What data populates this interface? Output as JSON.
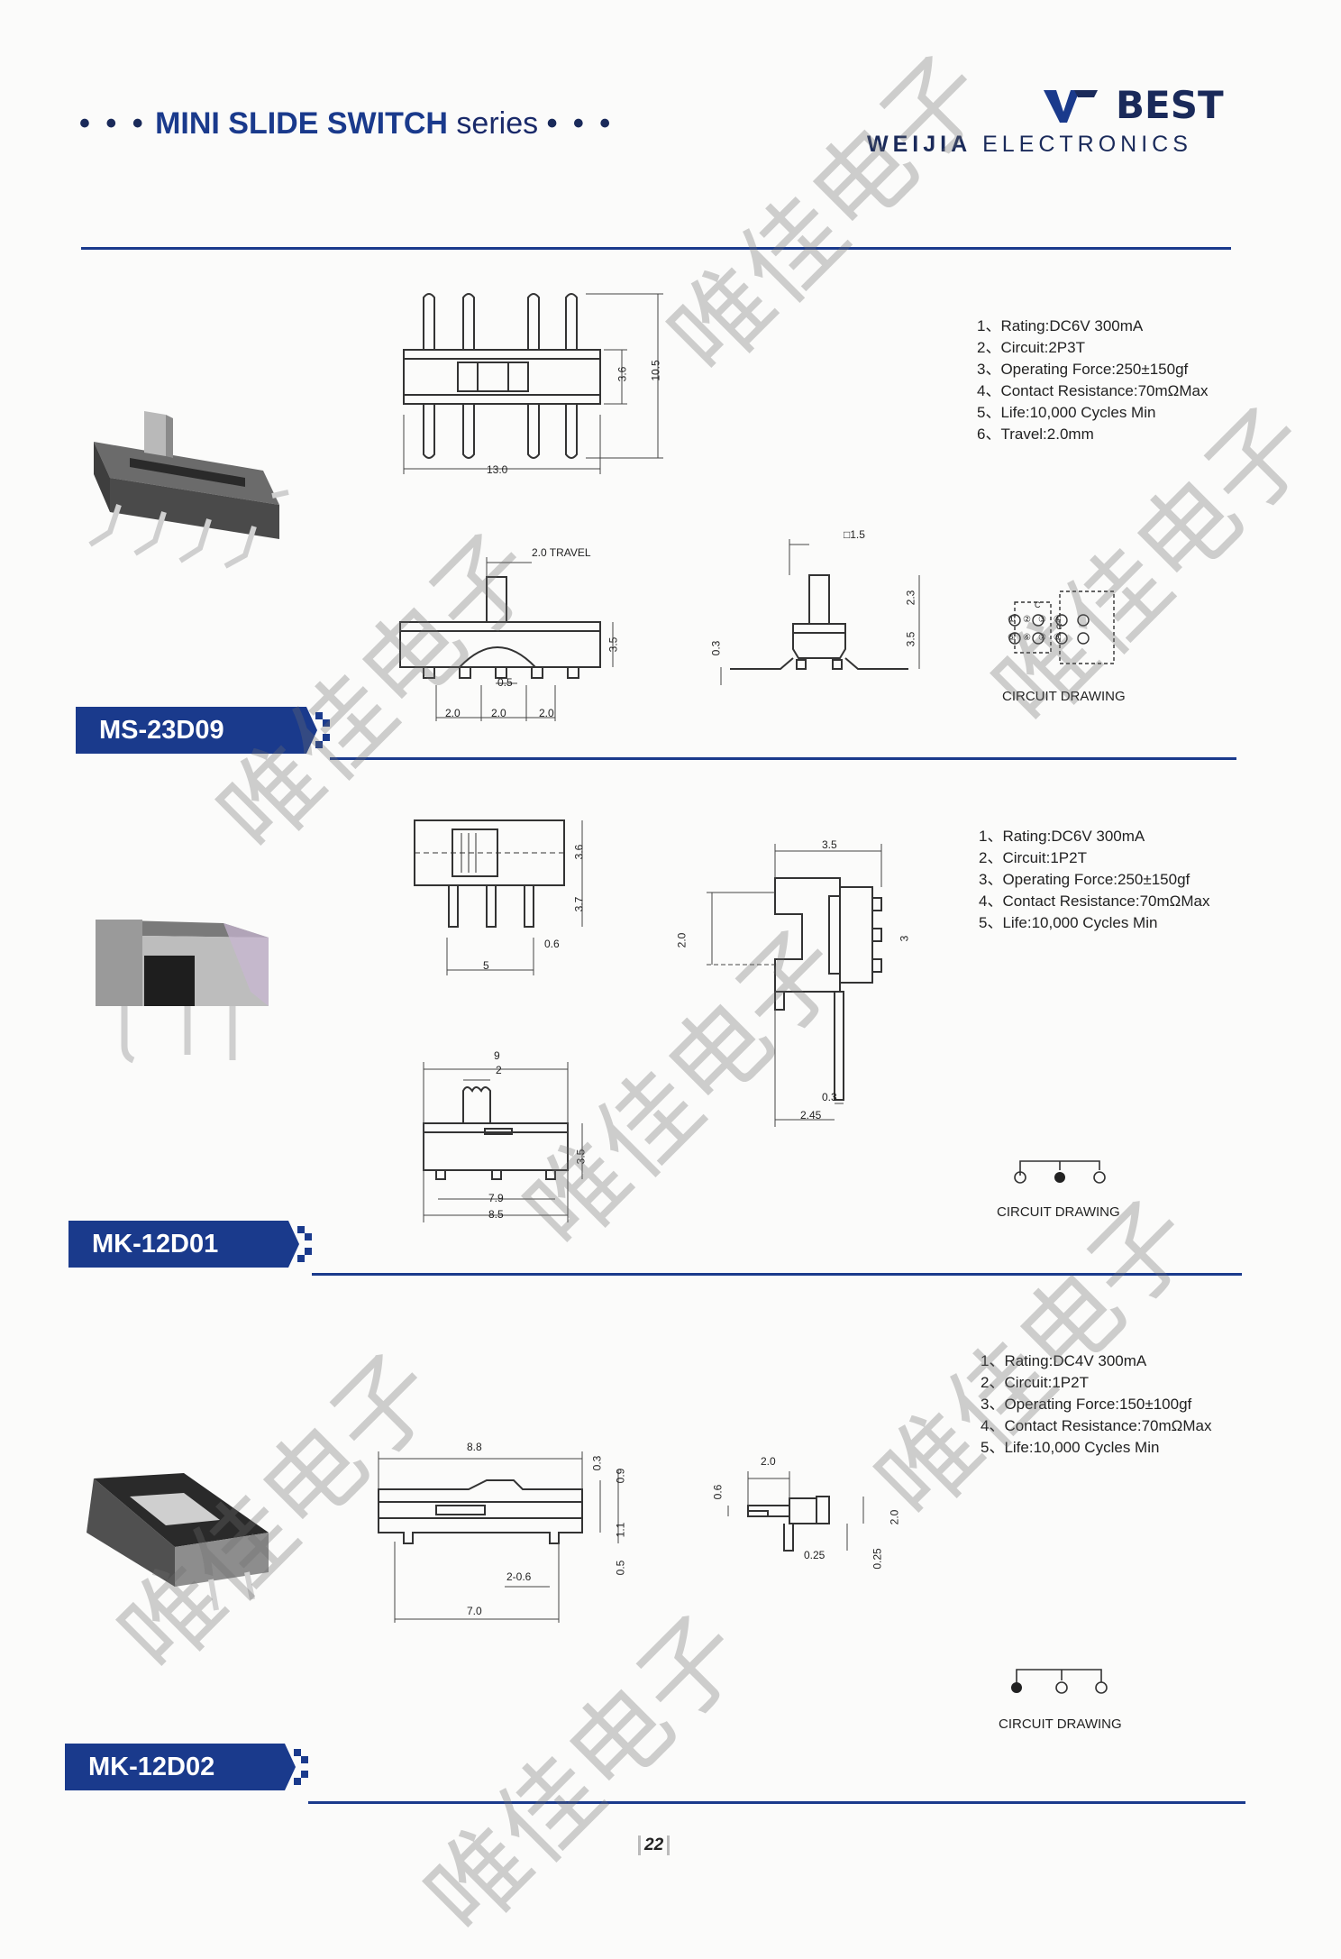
{
  "header": {
    "dots_left": "• • •",
    "title_main": "MINI SLIDE SWITCH",
    "title_series": "series",
    "dots_right": "• • •",
    "brand": "BEST",
    "brand_sub_bold": "WEIJIA",
    "brand_sub": "ELECTRONICS"
  },
  "watermark": "唯佳电子",
  "products": [
    {
      "model": "MS-23D09",
      "specs": [
        "1、Rating:DC6V 300mA",
        "2、Circuit:2P3T",
        "3、Operating Force:250±150gf",
        "4、Contact Resistance:70mΩMax",
        "5、Life:10,000 Cycles Min",
        "6、Travel:2.0mm"
      ],
      "circuit_label": "CIRCUIT DRAWING",
      "dims": {
        "d36": "3.6",
        "d105": "10.5",
        "d130": "13.0",
        "travel": "2.0 TRAVEL",
        "d35": "3.5",
        "d05": "0.5",
        "d20a": "2.0",
        "d20b": "2.0",
        "d20c": "2.0",
        "sq15": "□1.5",
        "d23": "2.3",
        "d35b": "3.5",
        "d03": "0.3"
      },
      "pins": [
        "①",
        "②",
        "③",
        "④",
        "⑤",
        "⑥",
        "⑦",
        "⑧",
        "C",
        "C"
      ]
    },
    {
      "model": "MK-12D01",
      "specs": [
        "1、Rating:DC6V 300mA",
        "2、Circuit:1P2T",
        "3、Operating Force:250±150gf",
        "4、Contact Resistance:70mΩMax",
        "5、Life:10,000 Cycles Min"
      ],
      "circuit_label": "CIRCUIT DRAWING",
      "dims": {
        "d36": "3.6",
        "d37": "3.7",
        "d06": "0.6",
        "d5": "5",
        "d35": "3.5",
        "d20": "2.0",
        "d3": "3",
        "d03": "0.3",
        "d245": "2.45",
        "d9": "9",
        "d2": "2",
        "d35b": "3.5",
        "d79": "7.9",
        "d85": "8.5"
      }
    },
    {
      "model": "MK-12D02",
      "specs": [
        "1、Rating:DC4V 300mA",
        "2、Circuit:1P2T",
        "3、Operating Force:150±100gf",
        "4、Contact Resistance:70mΩMax",
        "5、Life:10,000 Cycles Min"
      ],
      "circuit_label": "CIRCUIT DRAWING",
      "dims": {
        "d88": "8.8",
        "d03": "0.3",
        "d09": "0.9",
        "d11": "1.1",
        "d05": "0.5",
        "d206": "2-0.6",
        "d70": "7.0",
        "d20": "2.0",
        "d06": "0.6",
        "d20b": "2.0",
        "d025": "0.25",
        "d025b": "0.25"
      }
    }
  ],
  "page_number": "22",
  "colors": {
    "brand_blue": "#1a3a8c",
    "navy": "#1a2a5a"
  }
}
